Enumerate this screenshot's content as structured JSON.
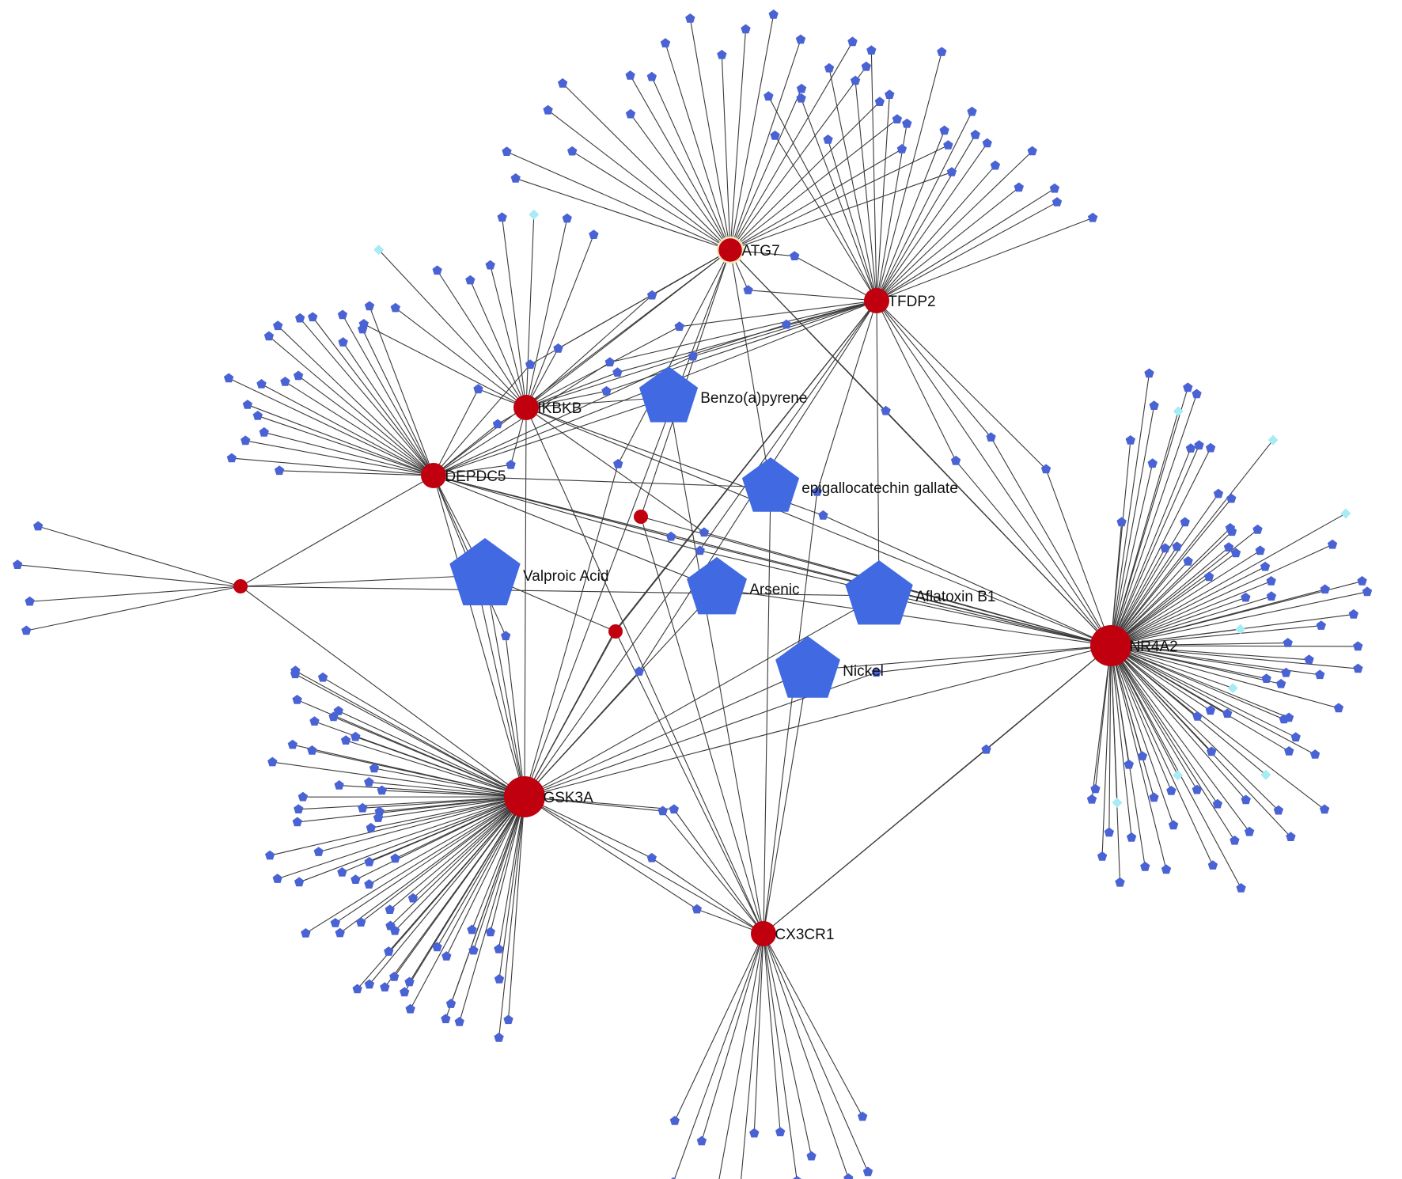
{
  "colors": {
    "gene_fill": "#c0000f",
    "chemical_fill": "#4169e1",
    "leaf_fill": "#4a63d4",
    "leaf_alt_fill": "#a6ecf2",
    "edge": "#3a3a3a"
  },
  "genes": [
    {
      "id": "ATG7",
      "label": "ATG7",
      "size": "medium"
    },
    {
      "id": "TFDP2",
      "label": "TFDP2",
      "size": "medium"
    },
    {
      "id": "IKBKB",
      "label": "IKBKB",
      "size": "medium"
    },
    {
      "id": "DEPDC5",
      "label": "DEPDC5",
      "size": "medium"
    },
    {
      "id": "NR4A2",
      "label": "NR4A2",
      "size": "large"
    },
    {
      "id": "GSK3A",
      "label": "GSK3A",
      "size": "large"
    },
    {
      "id": "CX3CR1",
      "label": "CX3CR1",
      "size": "medium"
    },
    {
      "id": "U1",
      "label": "",
      "size": "small"
    },
    {
      "id": "U2",
      "label": "",
      "size": "small"
    },
    {
      "id": "U3",
      "label": "",
      "size": "small"
    }
  ],
  "chemicals": [
    {
      "id": "C1",
      "label": "Benzo(a)pyrene"
    },
    {
      "id": "C2",
      "label": "epigallocatechin gallate"
    },
    {
      "id": "C3",
      "label": "Valproic Acid"
    },
    {
      "id": "C4",
      "label": "Arsenic"
    },
    {
      "id": "C5",
      "label": "Aflatoxin B1"
    },
    {
      "id": "C6",
      "label": "Nickel"
    }
  ],
  "interactions": [
    [
      "ATG7",
      "IKBKB"
    ],
    [
      "ATG7",
      "DEPDC5"
    ],
    [
      "ATG7",
      "NR4A2"
    ],
    [
      "ATG7",
      "GSK3A"
    ],
    [
      "ATG7",
      "C2"
    ],
    [
      "ATG7",
      "U2"
    ],
    [
      "TFDP2",
      "GSK3A"
    ],
    [
      "TFDP2",
      "NR4A2"
    ],
    [
      "TFDP2",
      "DEPDC5"
    ],
    [
      "TFDP2",
      "C5"
    ],
    [
      "TFDP2",
      "U3"
    ],
    [
      "IKBKB",
      "C1"
    ],
    [
      "IKBKB",
      "GSK3A"
    ],
    [
      "IKBKB",
      "NR4A2"
    ],
    [
      "IKBKB",
      "CX3CR1"
    ],
    [
      "DEPDC5",
      "C1"
    ],
    [
      "DEPDC5",
      "C2"
    ],
    [
      "DEPDC5",
      "C3"
    ],
    [
      "DEPDC5",
      "C4"
    ],
    [
      "DEPDC5",
      "NR4A2"
    ],
    [
      "DEPDC5",
      "GSK3A"
    ],
    [
      "DEPDC5",
      "U1"
    ],
    [
      "C3",
      "GSK3A"
    ],
    [
      "C3",
      "U1"
    ],
    [
      "C3",
      "U3"
    ],
    [
      "C4",
      "GSK3A"
    ],
    [
      "C4",
      "NR4A2"
    ],
    [
      "C5",
      "NR4A2"
    ],
    [
      "C5",
      "GSK3A"
    ],
    [
      "C5",
      "U1"
    ],
    [
      "C6",
      "GSK3A"
    ],
    [
      "C6",
      "NR4A2"
    ],
    [
      "C6",
      "CX3CR1"
    ],
    [
      "C2",
      "CX3CR1"
    ],
    [
      "C1",
      "CX3CR1"
    ],
    [
      "GSK3A",
      "NR4A2"
    ],
    [
      "GSK3A",
      "CX3CR1"
    ],
    [
      "GSK3A",
      "U1"
    ],
    [
      "GSK3A",
      "U3"
    ],
    [
      "CX3CR1",
      "NR4A2"
    ],
    [
      "CX3CR1",
      "U2"
    ],
    [
      "CX3CR1",
      "U3"
    ],
    [
      "U2",
      "NR4A2"
    ]
  ],
  "leaf_groups": [
    {
      "hub": "ATG7",
      "count": 22,
      "alt": 0
    },
    {
      "hub": "TFDP2",
      "count": 20,
      "alt": 0
    },
    {
      "hub": "IKBKB",
      "count": 10,
      "alt": 2
    },
    {
      "hub": "DEPDC5",
      "count": 18,
      "alt": 0
    },
    {
      "hub": "U1",
      "count": 4,
      "alt": 0
    },
    {
      "hub": "GSK3A",
      "count": 60,
      "alt": 0
    },
    {
      "hub": "NR4A2",
      "count": 82,
      "alt": 8
    },
    {
      "hub": "CX3CR1",
      "count": 12,
      "alt": 0
    }
  ],
  "shared_neighbors": 34
}
